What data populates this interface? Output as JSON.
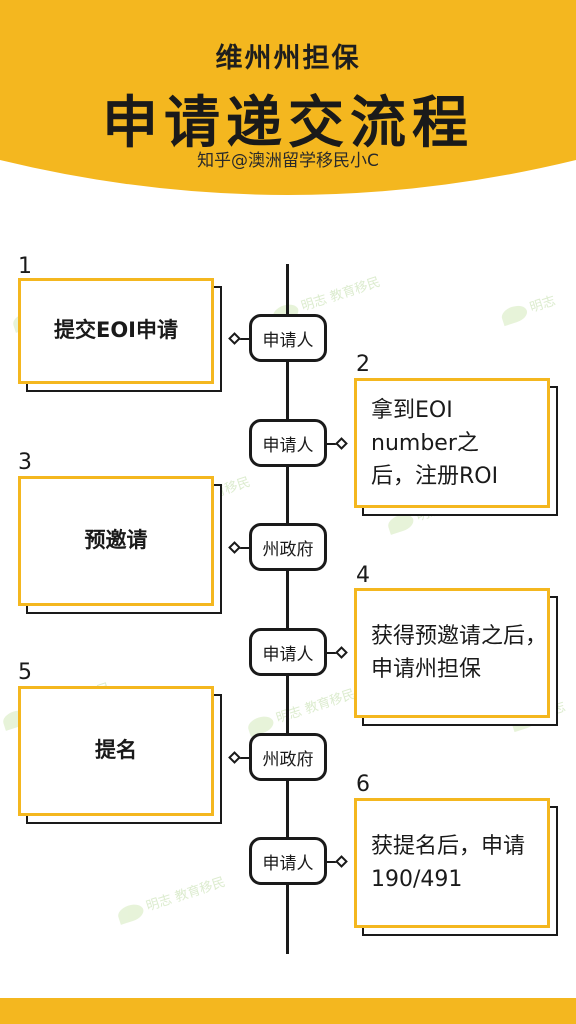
{
  "header": {
    "subtitle": "维州州担保",
    "title": "申请递交流程",
    "credit": "知乎@澳洲留学移民小C"
  },
  "colors": {
    "accent": "#f4b71f",
    "ink": "#1a1a1a",
    "background": "#ffffff"
  },
  "steps": [
    {
      "number": "1",
      "text": "提交EOI申请",
      "actor": "申请人"
    },
    {
      "number": "2",
      "text": "拿到EOI number之后，注册ROI",
      "actor": "申请人"
    },
    {
      "number": "3",
      "text": "预邀请",
      "actor": "州政府"
    },
    {
      "number": "4",
      "text": "获得预邀请之后，申请州担保",
      "actor": "申请人"
    },
    {
      "number": "5",
      "text": "提名",
      "actor": "州政府"
    },
    {
      "number": "6",
      "text": "获提名后，申请190/491",
      "actor": "申请人"
    }
  ],
  "watermark": {
    "brand": "明志",
    "tagline": "教育移民"
  }
}
